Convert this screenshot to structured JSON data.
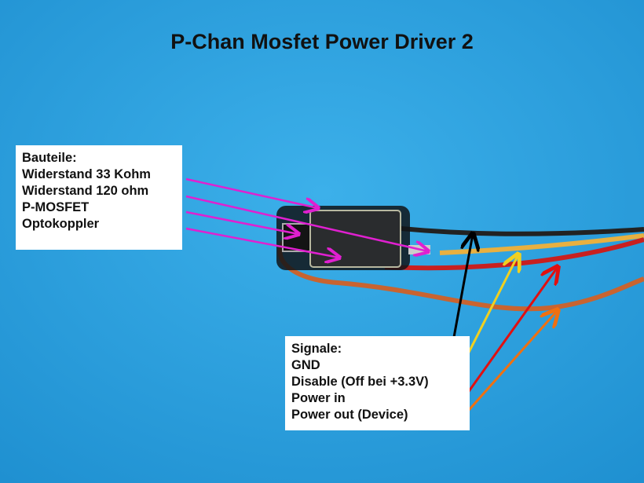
{
  "title": "P-Chan Mosfet Power Driver 2",
  "components_box": {
    "heading": "Bauteile:",
    "items": [
      "Widerstand 33 Kohm",
      "Widerstand 120 ohm",
      "P-MOSFET",
      "Optokoppler"
    ]
  },
  "signals_box": {
    "heading": "Signale:",
    "items": [
      "GND",
      "Disable (Off bei +3.3V)",
      "Power in",
      "Power out (Device)"
    ]
  },
  "colors": {
    "background": "#2aa3e0",
    "component_arrows": "#e020d0",
    "gnd": "#000000",
    "disable": "#f0d020",
    "power_in": "#e01010",
    "power_out": "#f07010"
  }
}
